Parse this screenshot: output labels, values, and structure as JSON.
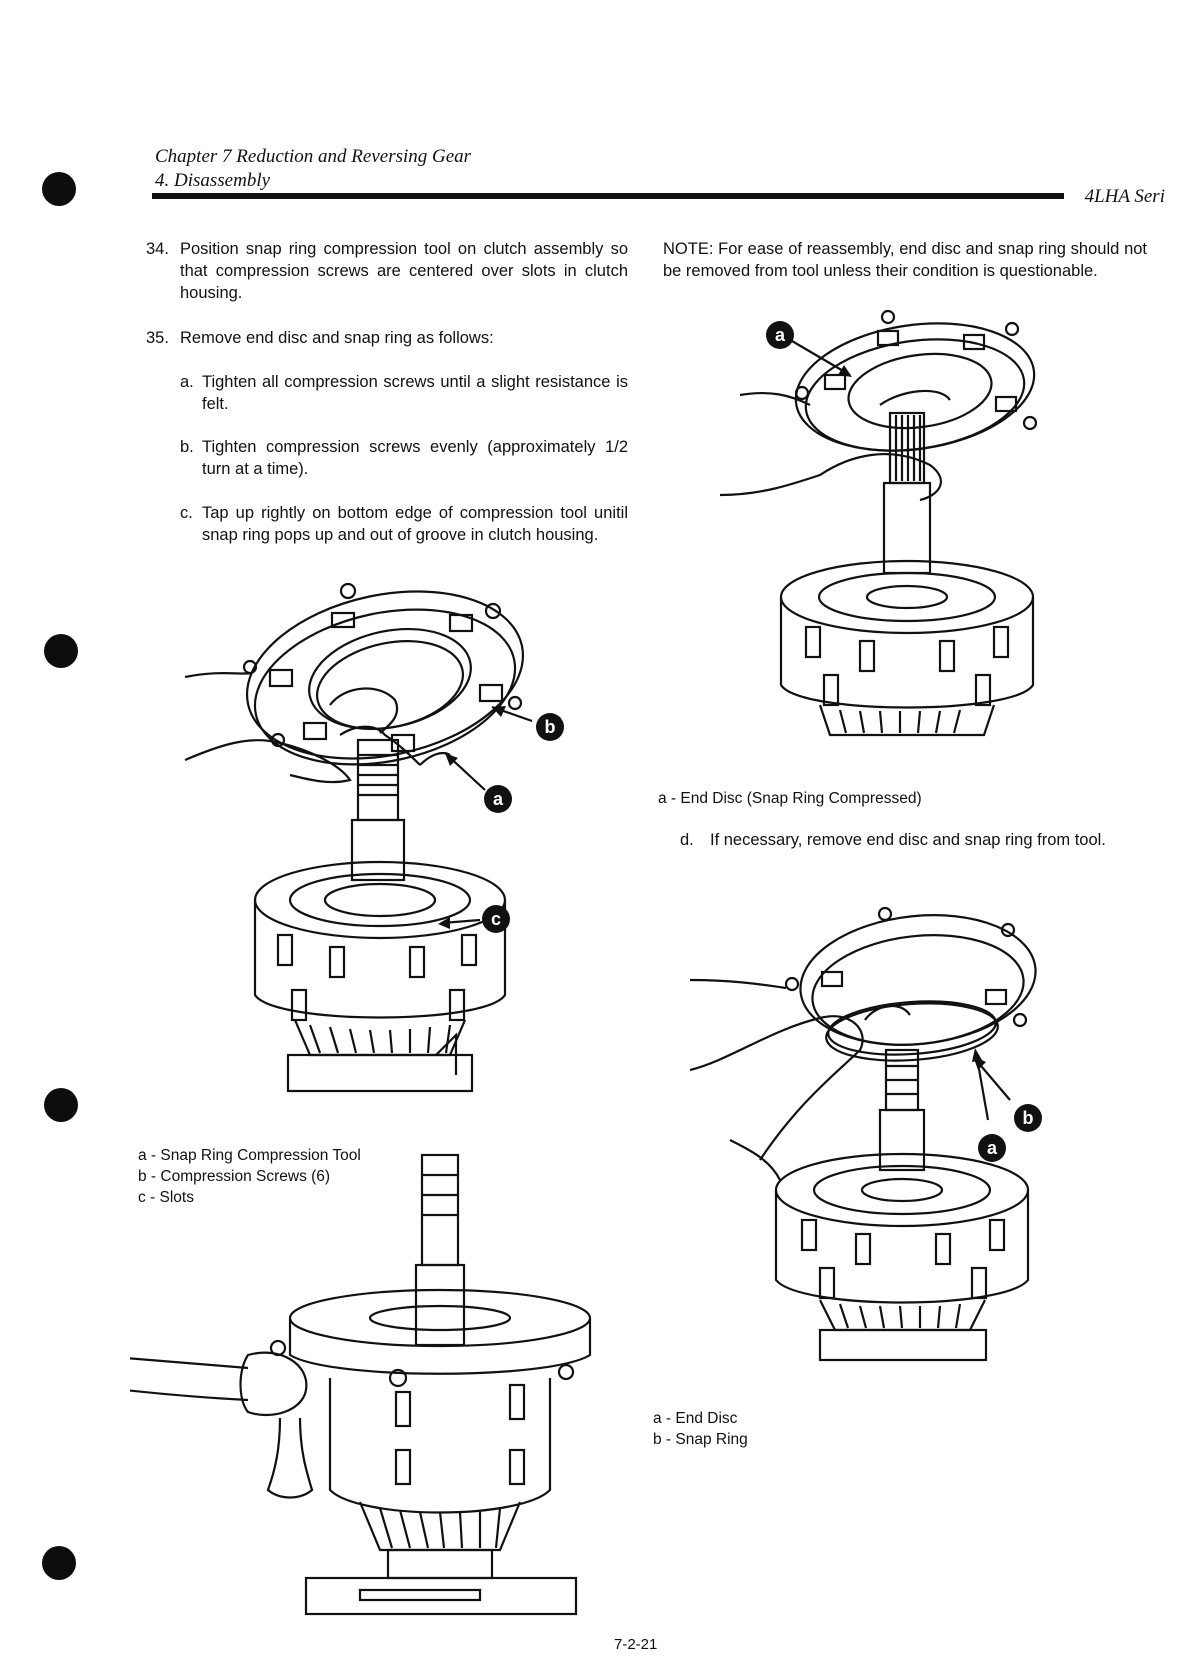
{
  "header": {
    "chapter": "Chapter 7 Reduction and Reversing Gear",
    "section": "4. Disassembly",
    "series": "4LHA Seri"
  },
  "left_column": {
    "step34": {
      "number": "34.",
      "text": "Position snap ring compression tool on clutch assembly so that compression screws are centered over slots in clutch housing."
    },
    "step35": {
      "number": "35.",
      "text": "Remove end disc and snap ring as follows:"
    },
    "substeps": [
      {
        "letter": "a.",
        "text": "Tighten all compression screws until a slight resistance is felt."
      },
      {
        "letter": "b.",
        "text": "Tighten compression screws evenly (approximately 1/2 turn at a time)."
      },
      {
        "letter": "c.",
        "text": "Tap up rightly on bottom edge of compression tool unitil snap ring pops up and out of groove in clutch housing."
      }
    ],
    "figure1_legend": [
      "a - Snap Ring Compression Tool",
      "b - Compression Screws (6)",
      "c - Slots"
    ]
  },
  "right_column": {
    "note": "NOTE: For ease of reassembly, end disc and snap ring should not be removed from tool unless their condition is questionable.",
    "figure2_caption": "a - End Disc (Snap Ring Compressed)",
    "substep_d": {
      "letter": "d.",
      "text": "If necessary, remove end disc and snap ring from tool."
    },
    "figure3_legend": [
      "a - End Disc",
      "b - Snap Ring"
    ]
  },
  "callout_letters": {
    "a": "a",
    "b": "b",
    "c": "c"
  },
  "footer": {
    "page_number": "7-2-21"
  },
  "colors": {
    "ink": "#111111",
    "paper": "#ffffff"
  }
}
